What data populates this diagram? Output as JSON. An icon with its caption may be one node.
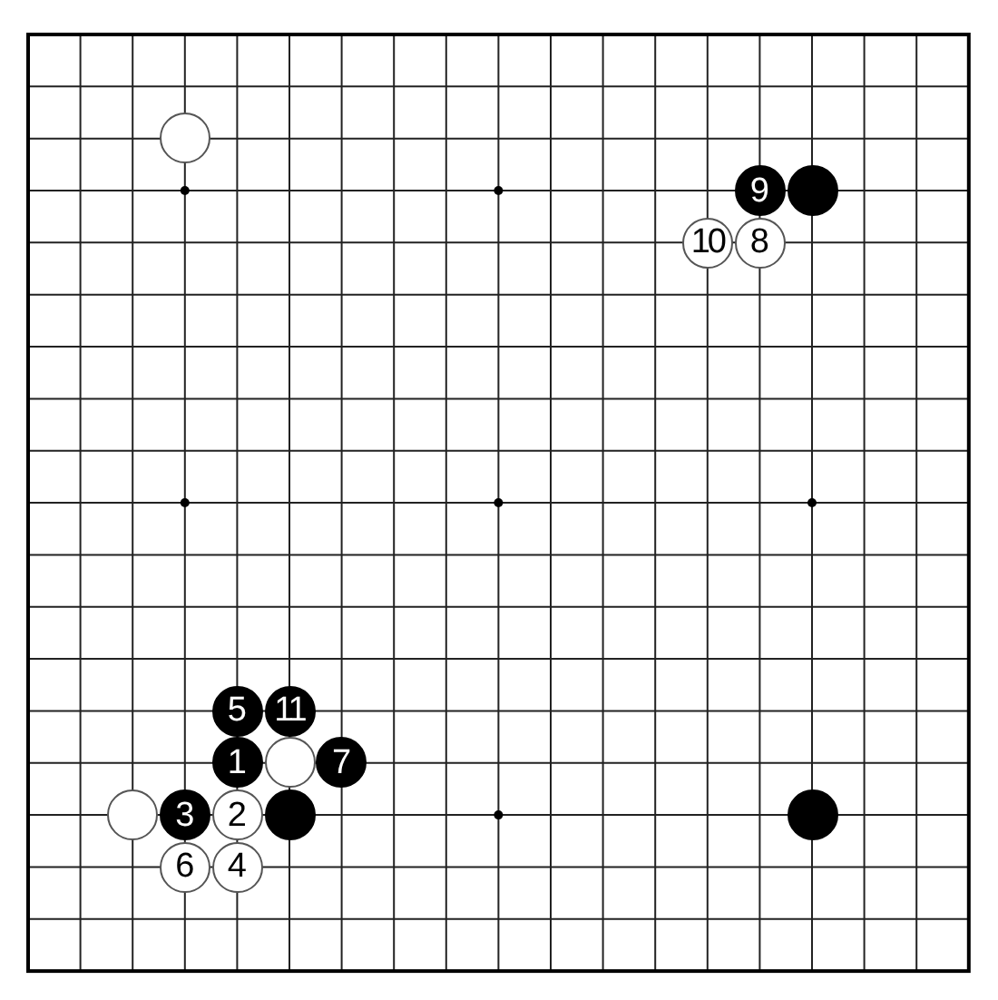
{
  "diagram": {
    "nodes": [
      {
        "text": [],
        "shape": "circle"
      },
      {
        "text": [
          "9"
        ]
      },
      {
        "text": [],
        "shape": "circle"
      },
      {
        "text": [
          "10"
        ]
      },
      {
        "text": [
          "8"
        ]
      },
      {
        "text": [
          "5"
        ]
      },
      {
        "text": [
          "11"
        ]
      },
      {
        "text": [
          "1"
        ]
      },
      {
        "text": [],
        "shape": "circle"
      },
      {
        "text": [
          "7"
        ]
      },
      {
        "text": [],
        "shape": "circle"
      },
      {
        "text": [
          "3"
        ]
      },
      {
        "text": [
          "2"
        ]
      },
      {
        "text": [],
        "shape": "circle"
      },
      {
        "text": [],
        "shape": "circle"
      },
      {
        "text": [
          "6"
        ]
      },
      {
        "text": [
          "4"
        ]
      }
    ],
    "edges": []
  }
}
